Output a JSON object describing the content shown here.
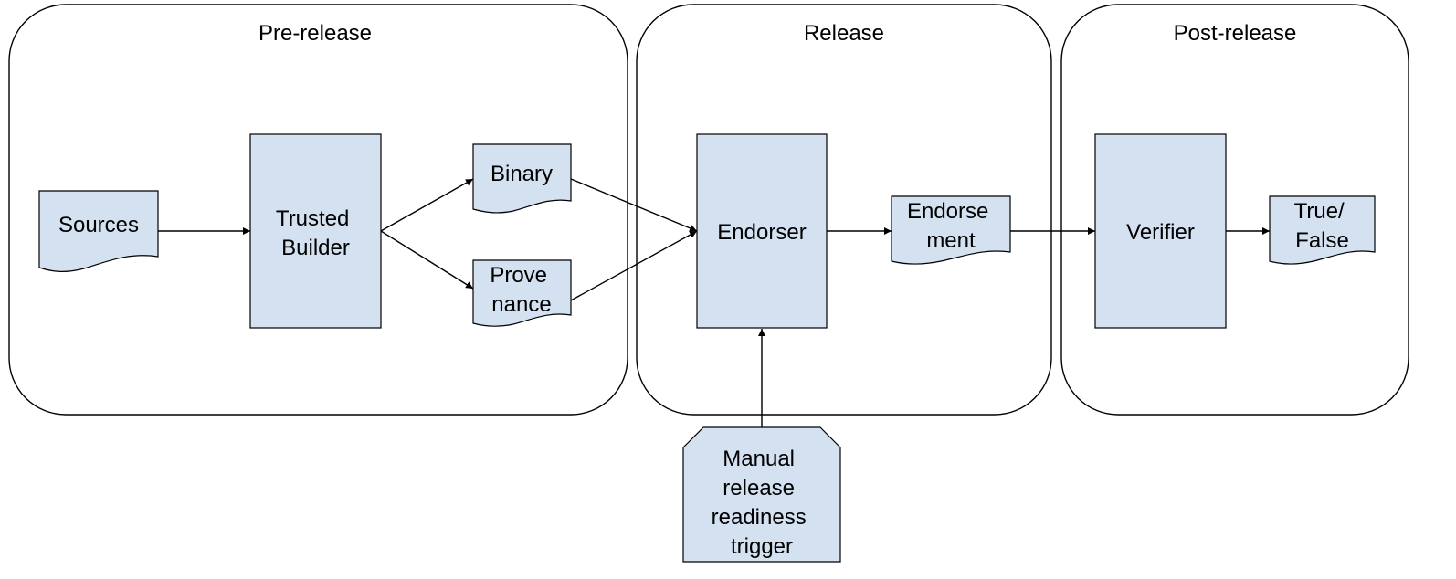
{
  "stages": {
    "pre_release": "Pre-release",
    "release": "Release",
    "post_release": "Post-release"
  },
  "nodes": {
    "sources": [
      "Sources"
    ],
    "trusted_builder": [
      "Trusted",
      "Builder"
    ],
    "binary": [
      "Binary"
    ],
    "provenance": [
      "Prove",
      "nance"
    ],
    "endorser": [
      "Endorser"
    ],
    "endorsement": [
      "Endorse",
      "ment"
    ],
    "verifier": [
      "Verifier"
    ],
    "true_false": [
      "True/",
      "False"
    ],
    "manual_trigger": [
      "Manual",
      "release",
      "readiness",
      "trigger"
    ]
  },
  "colors": {
    "node_fill": "#d4e1f1",
    "stroke": "#000000"
  }
}
